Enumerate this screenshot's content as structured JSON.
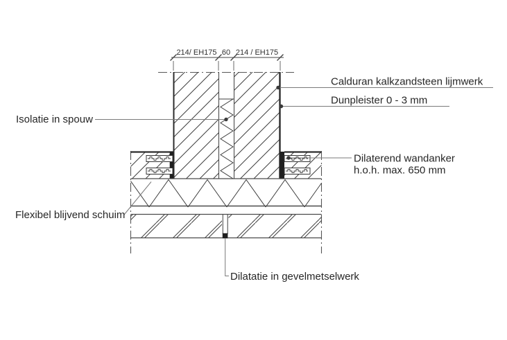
{
  "diagram": {
    "type": "construction-detail",
    "dimension_line": {
      "left_segment": "214/ EH175",
      "middle_segment": "60",
      "right_segment": "214 / EH175"
    },
    "labels": {
      "calduran": "Calduran kalkzandsteen lijmwerk",
      "dunpleister": "Dunpleister 0 - 3 mm",
      "wandanker_line1": "Dilaterend wandanker",
      "wandanker_line2": "h.o.h. max. 650 mm",
      "isolatie": "Isolatie in spouw",
      "schuim": "Flexibel blijvend schuim",
      "dilatatie": "Dilatatie in gevelmetselwerk"
    },
    "colors": {
      "line": "#3f3f3f",
      "edge": "#2c2c2c",
      "leader": "#7a7a7a",
      "text": "#262626",
      "background": "#ffffff"
    }
  }
}
